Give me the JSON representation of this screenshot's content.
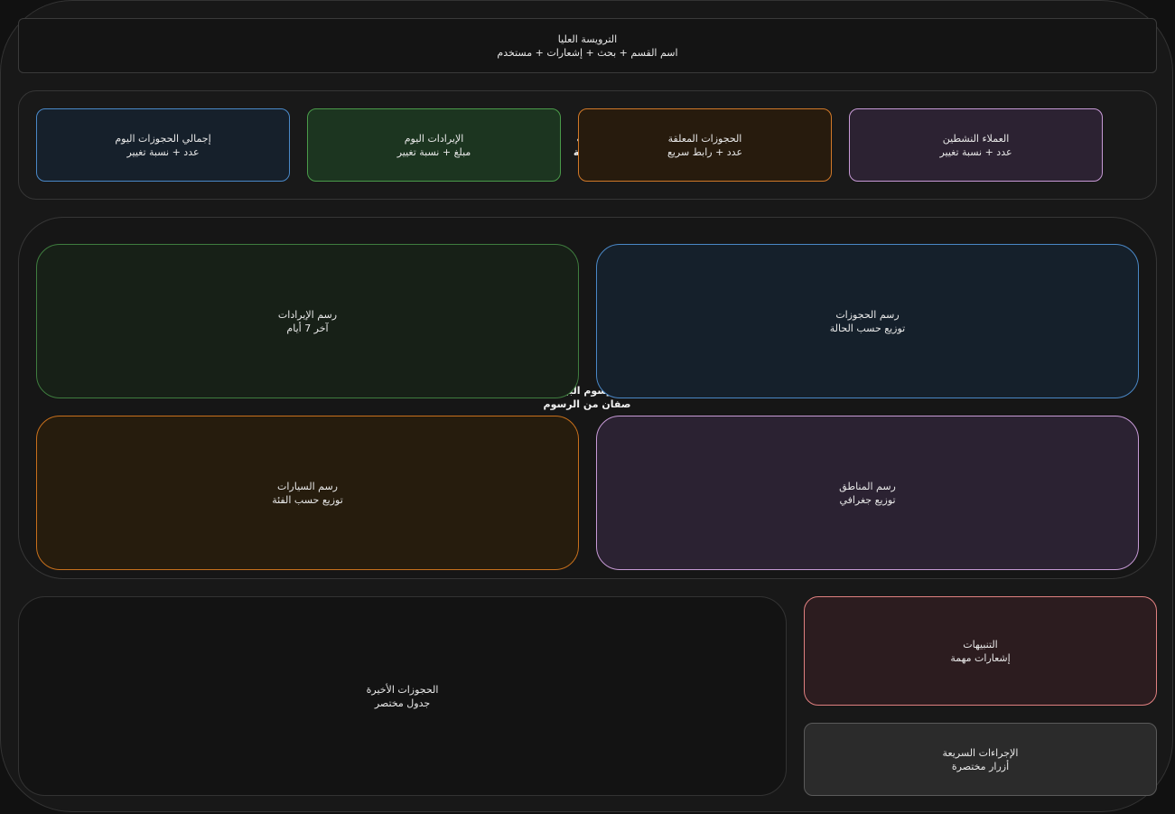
{
  "header": {
    "title": "الترويسة العليا",
    "subtitle": "اسم القسم + بحث + إشعارات + مستخدم"
  },
  "stats": {
    "section_label_line1": "ت",
    "section_label_line2": "قية",
    "cards": [
      {
        "title": "إجمالي الحجوزات اليوم",
        "subtitle": "عدد + نسبة تغيير",
        "color": "#4a88c7"
      },
      {
        "title": "الإيرادات اليوم",
        "subtitle": "مبلغ + نسبة تغيير",
        "color": "#4a9a4a"
      },
      {
        "title": "الحجوزات المعلقة",
        "subtitle": "عدد + رابط سريع",
        "color": "#d07828"
      },
      {
        "title": "العملاء النشطين",
        "subtitle": "عدد + نسبة تغيير",
        "color": "#c79ad6"
      }
    ]
  },
  "charts": {
    "section_label_line1": "رسوم البيا",
    "section_label_line2": "صفان من الرسوم",
    "items": [
      {
        "title": "رسم الإيرادات",
        "subtitle": "آخر 7 أيام",
        "color": "#3f7d3f"
      },
      {
        "title": "رسم الحجوزات",
        "subtitle": "توزيع حسب الحالة",
        "color": "#4a88c7"
      },
      {
        "title": "رسم السيارات",
        "subtitle": "توزيع حسب الفئة",
        "color": "#c8701c"
      },
      {
        "title": "رسم المناطق",
        "subtitle": "توزيع جغرافي",
        "color": "#c79ad6"
      }
    ]
  },
  "recent_bookings": {
    "title": "الحجوزات الأخيرة",
    "subtitle": "جدول مختصر"
  },
  "alerts": {
    "title": "التنبيهات",
    "subtitle": "إشعارات مهمة",
    "color": "#e08080"
  },
  "quick_actions": {
    "title": "الإجراءات السريعة",
    "subtitle": "أزرار مختصرة"
  }
}
